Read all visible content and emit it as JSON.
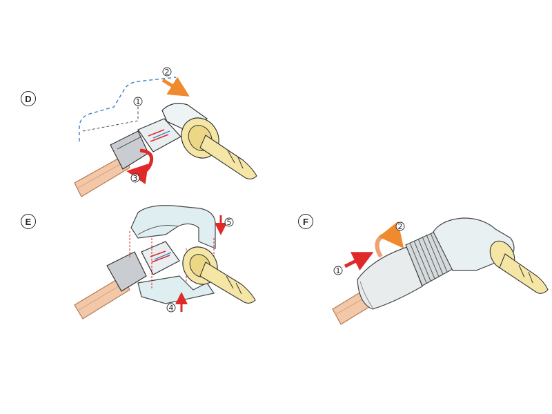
{
  "steps": {
    "d": {
      "label": "D",
      "sub1": "1",
      "sub2": "2",
      "sub3": "3"
    },
    "e": {
      "label": "E",
      "sub4": "4",
      "sub5": "5"
    },
    "f": {
      "label": "F",
      "sub1": "1",
      "sub2": "2"
    }
  },
  "colors": {
    "cable": "#f2c8a8",
    "cable_edge": "#b07a56",
    "plug_gold": "#f5e6a6",
    "plug_gold_dark": "#c9a94a",
    "shell": "#dfeef0",
    "shell_edge": "#444444",
    "arrow_orange": "#f08a2e",
    "arrow_red": "#e02a2a",
    "guide_blue": "#3a7fc2"
  }
}
